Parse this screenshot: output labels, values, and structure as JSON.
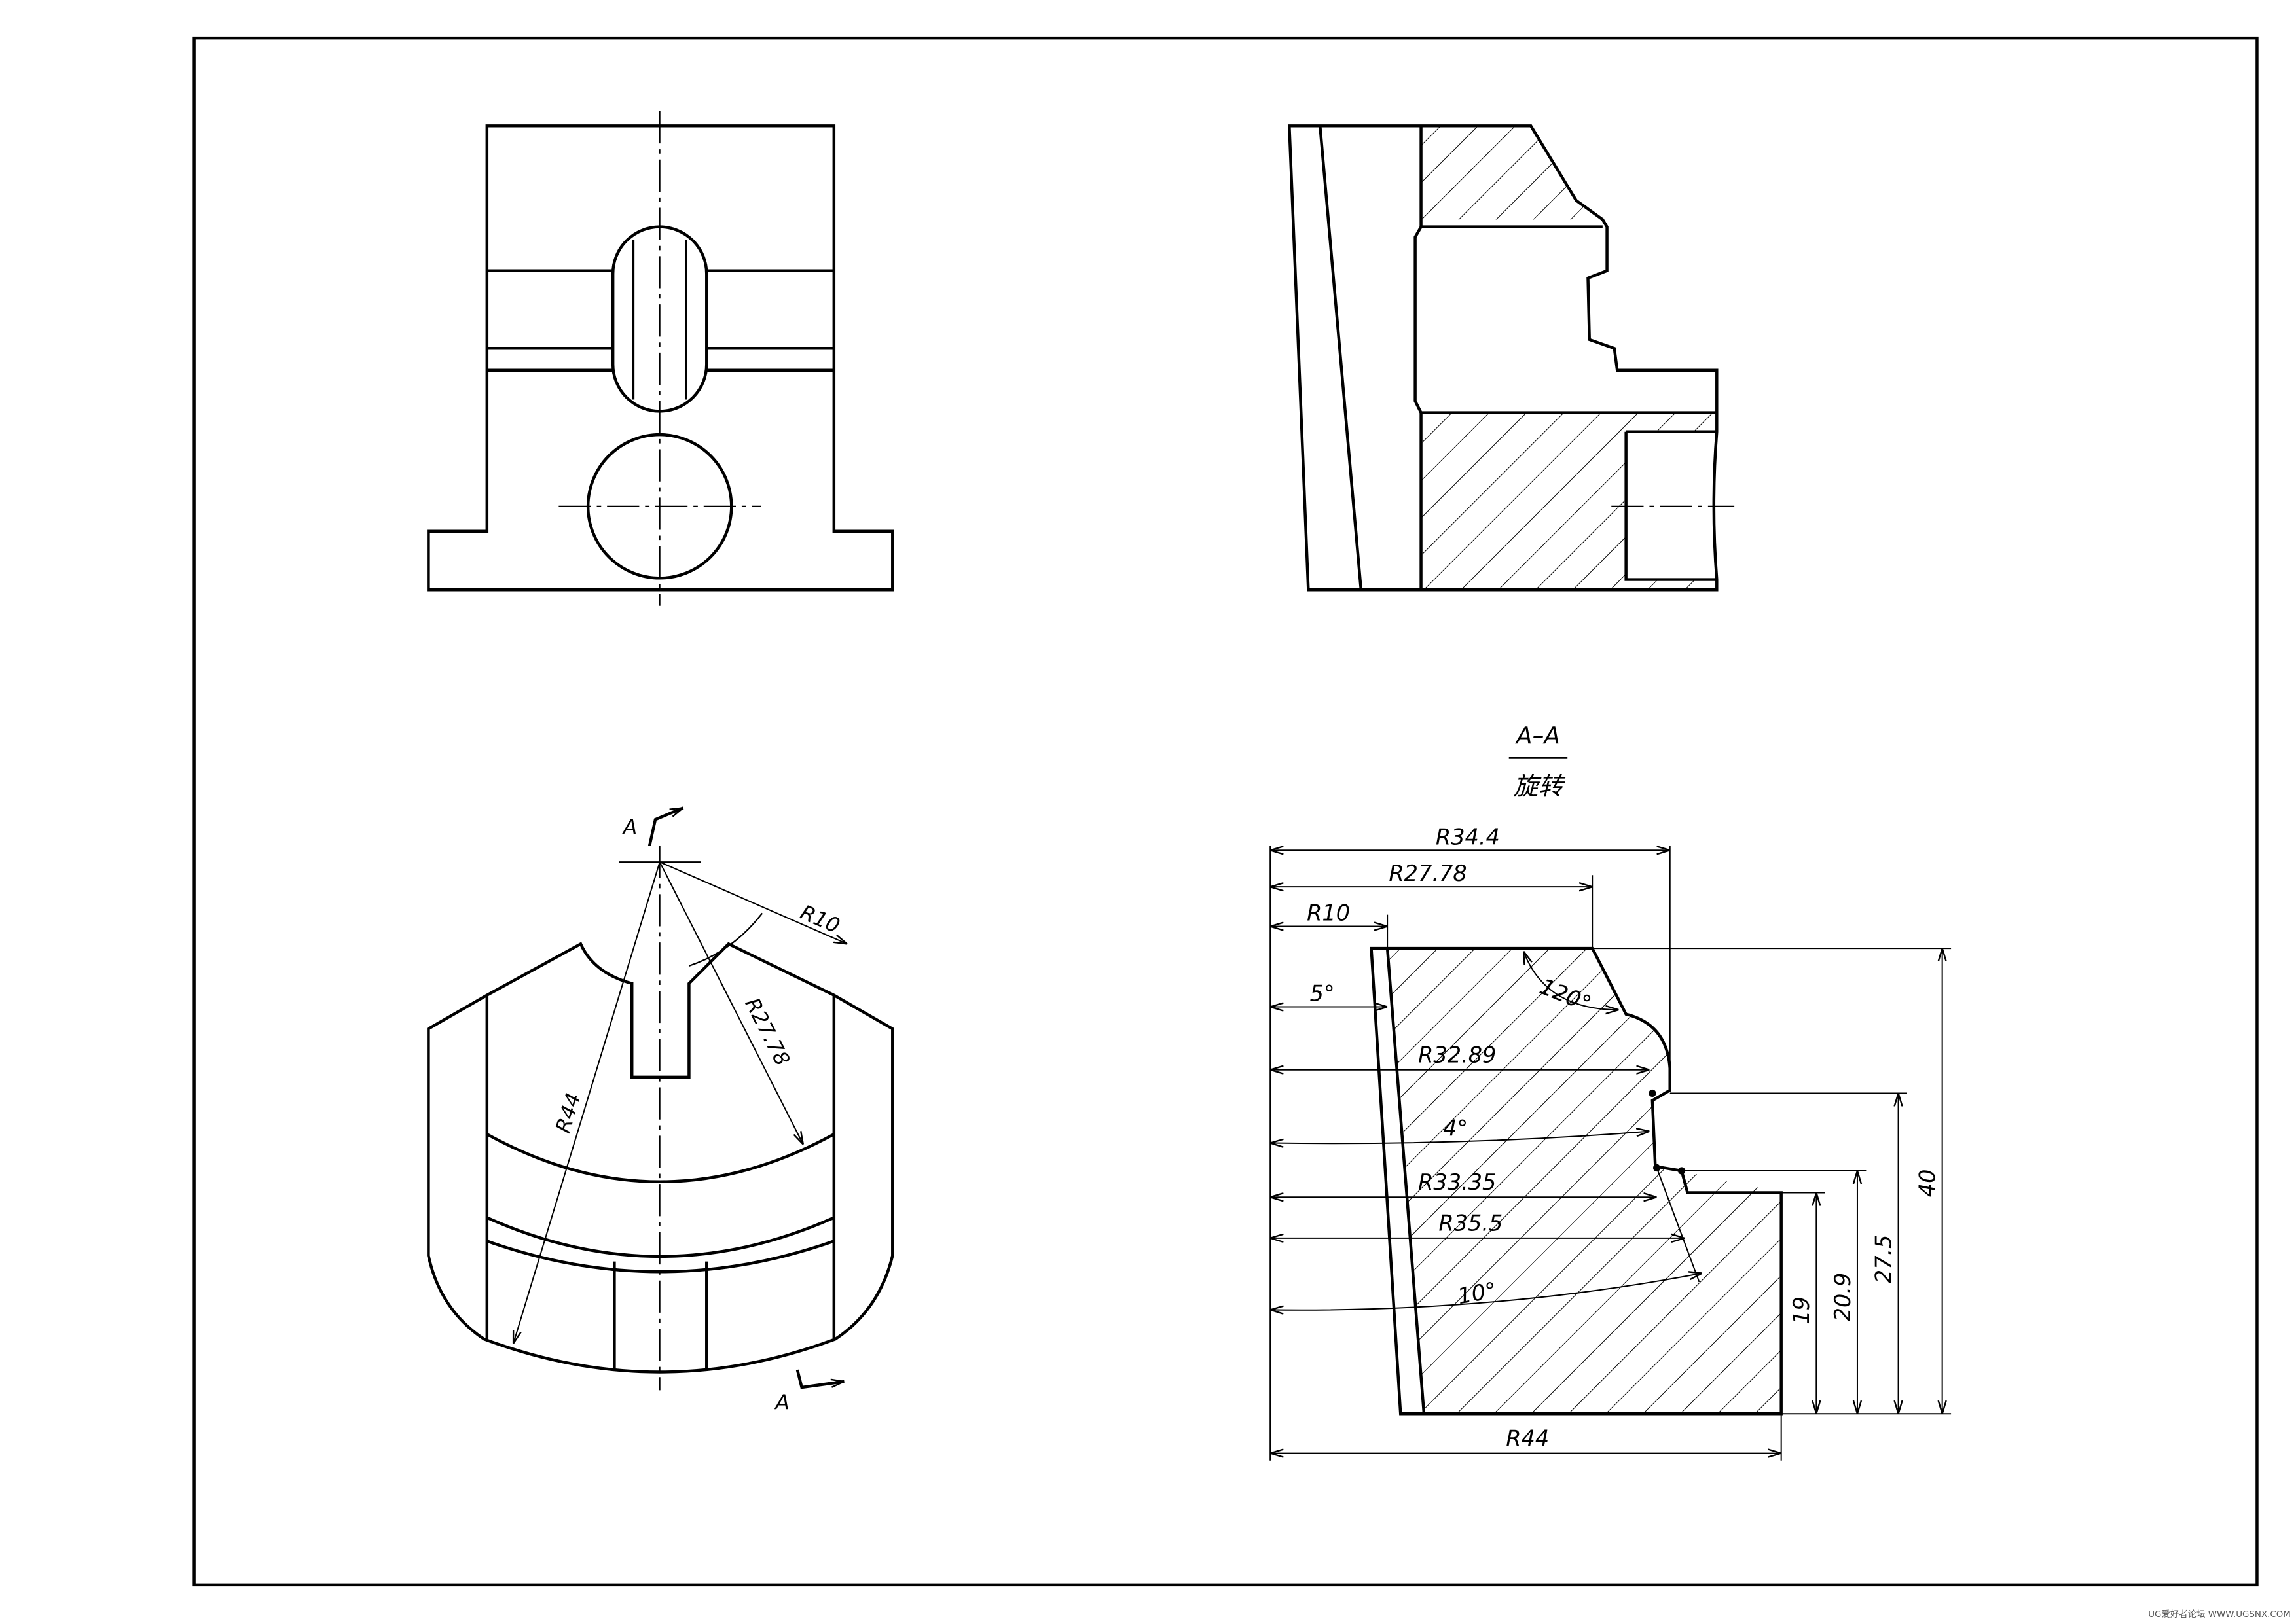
{
  "section_label": {
    "name": "A–A",
    "subtitle": "旋转"
  },
  "cut_markers": [
    "A",
    "A"
  ],
  "plan_dims": {
    "r10": "R10",
    "r27_78": "R27.78",
    "r44": "R44"
  },
  "section_dims": {
    "r34_4": "R34.4",
    "r27_78": "R27.78",
    "r10": "R10",
    "angle_5": "5°",
    "angle_120": "120°",
    "r32_89": "R32.89",
    "angle_4": "4°",
    "r33_35": "R33.35",
    "r35_5": "R35.5",
    "angle_10": "10°",
    "r44": "R44",
    "h19": "19",
    "h20_9": "20.9",
    "h27_5": "27.5",
    "h40": "40"
  },
  "watermark": "UG爱好者论坛 WWW.UGSNX.COM"
}
